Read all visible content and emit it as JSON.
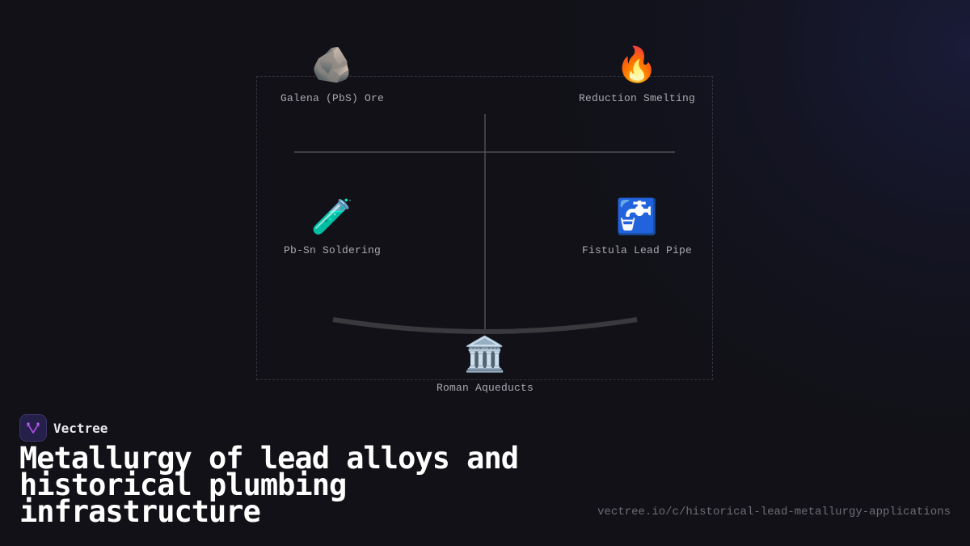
{
  "diagram": {
    "nodes": [
      {
        "id": "galena",
        "icon": "🪨",
        "icon_name": "rock-icon",
        "label": "Galena (PbS) Ore"
      },
      {
        "id": "smelting",
        "icon": "🔥",
        "icon_name": "fire-icon",
        "label": "Reduction Smelting"
      },
      {
        "id": "soldering",
        "icon": "🧪",
        "icon_name": "test-tube-icon",
        "label": "Pb-Sn Soldering"
      },
      {
        "id": "fistula",
        "icon": "🚰",
        "icon_name": "water-tap-icon",
        "label": "Fistula Lead Pipe"
      },
      {
        "id": "aqueducts",
        "icon": "🏛️",
        "icon_name": "classical-building-icon",
        "label": "Roman Aqueducts"
      }
    ],
    "colors": {
      "line": "#4a4a50",
      "arc": "#3a3a3e",
      "frame": "#33343c"
    }
  },
  "brand": {
    "name": "Vectree",
    "logo_color": "#a64ad8"
  },
  "title": "Metallurgy of lead alloys and historical plumbing infrastructure",
  "url": "vectree.io/c/historical-lead-metallurgy-applications"
}
